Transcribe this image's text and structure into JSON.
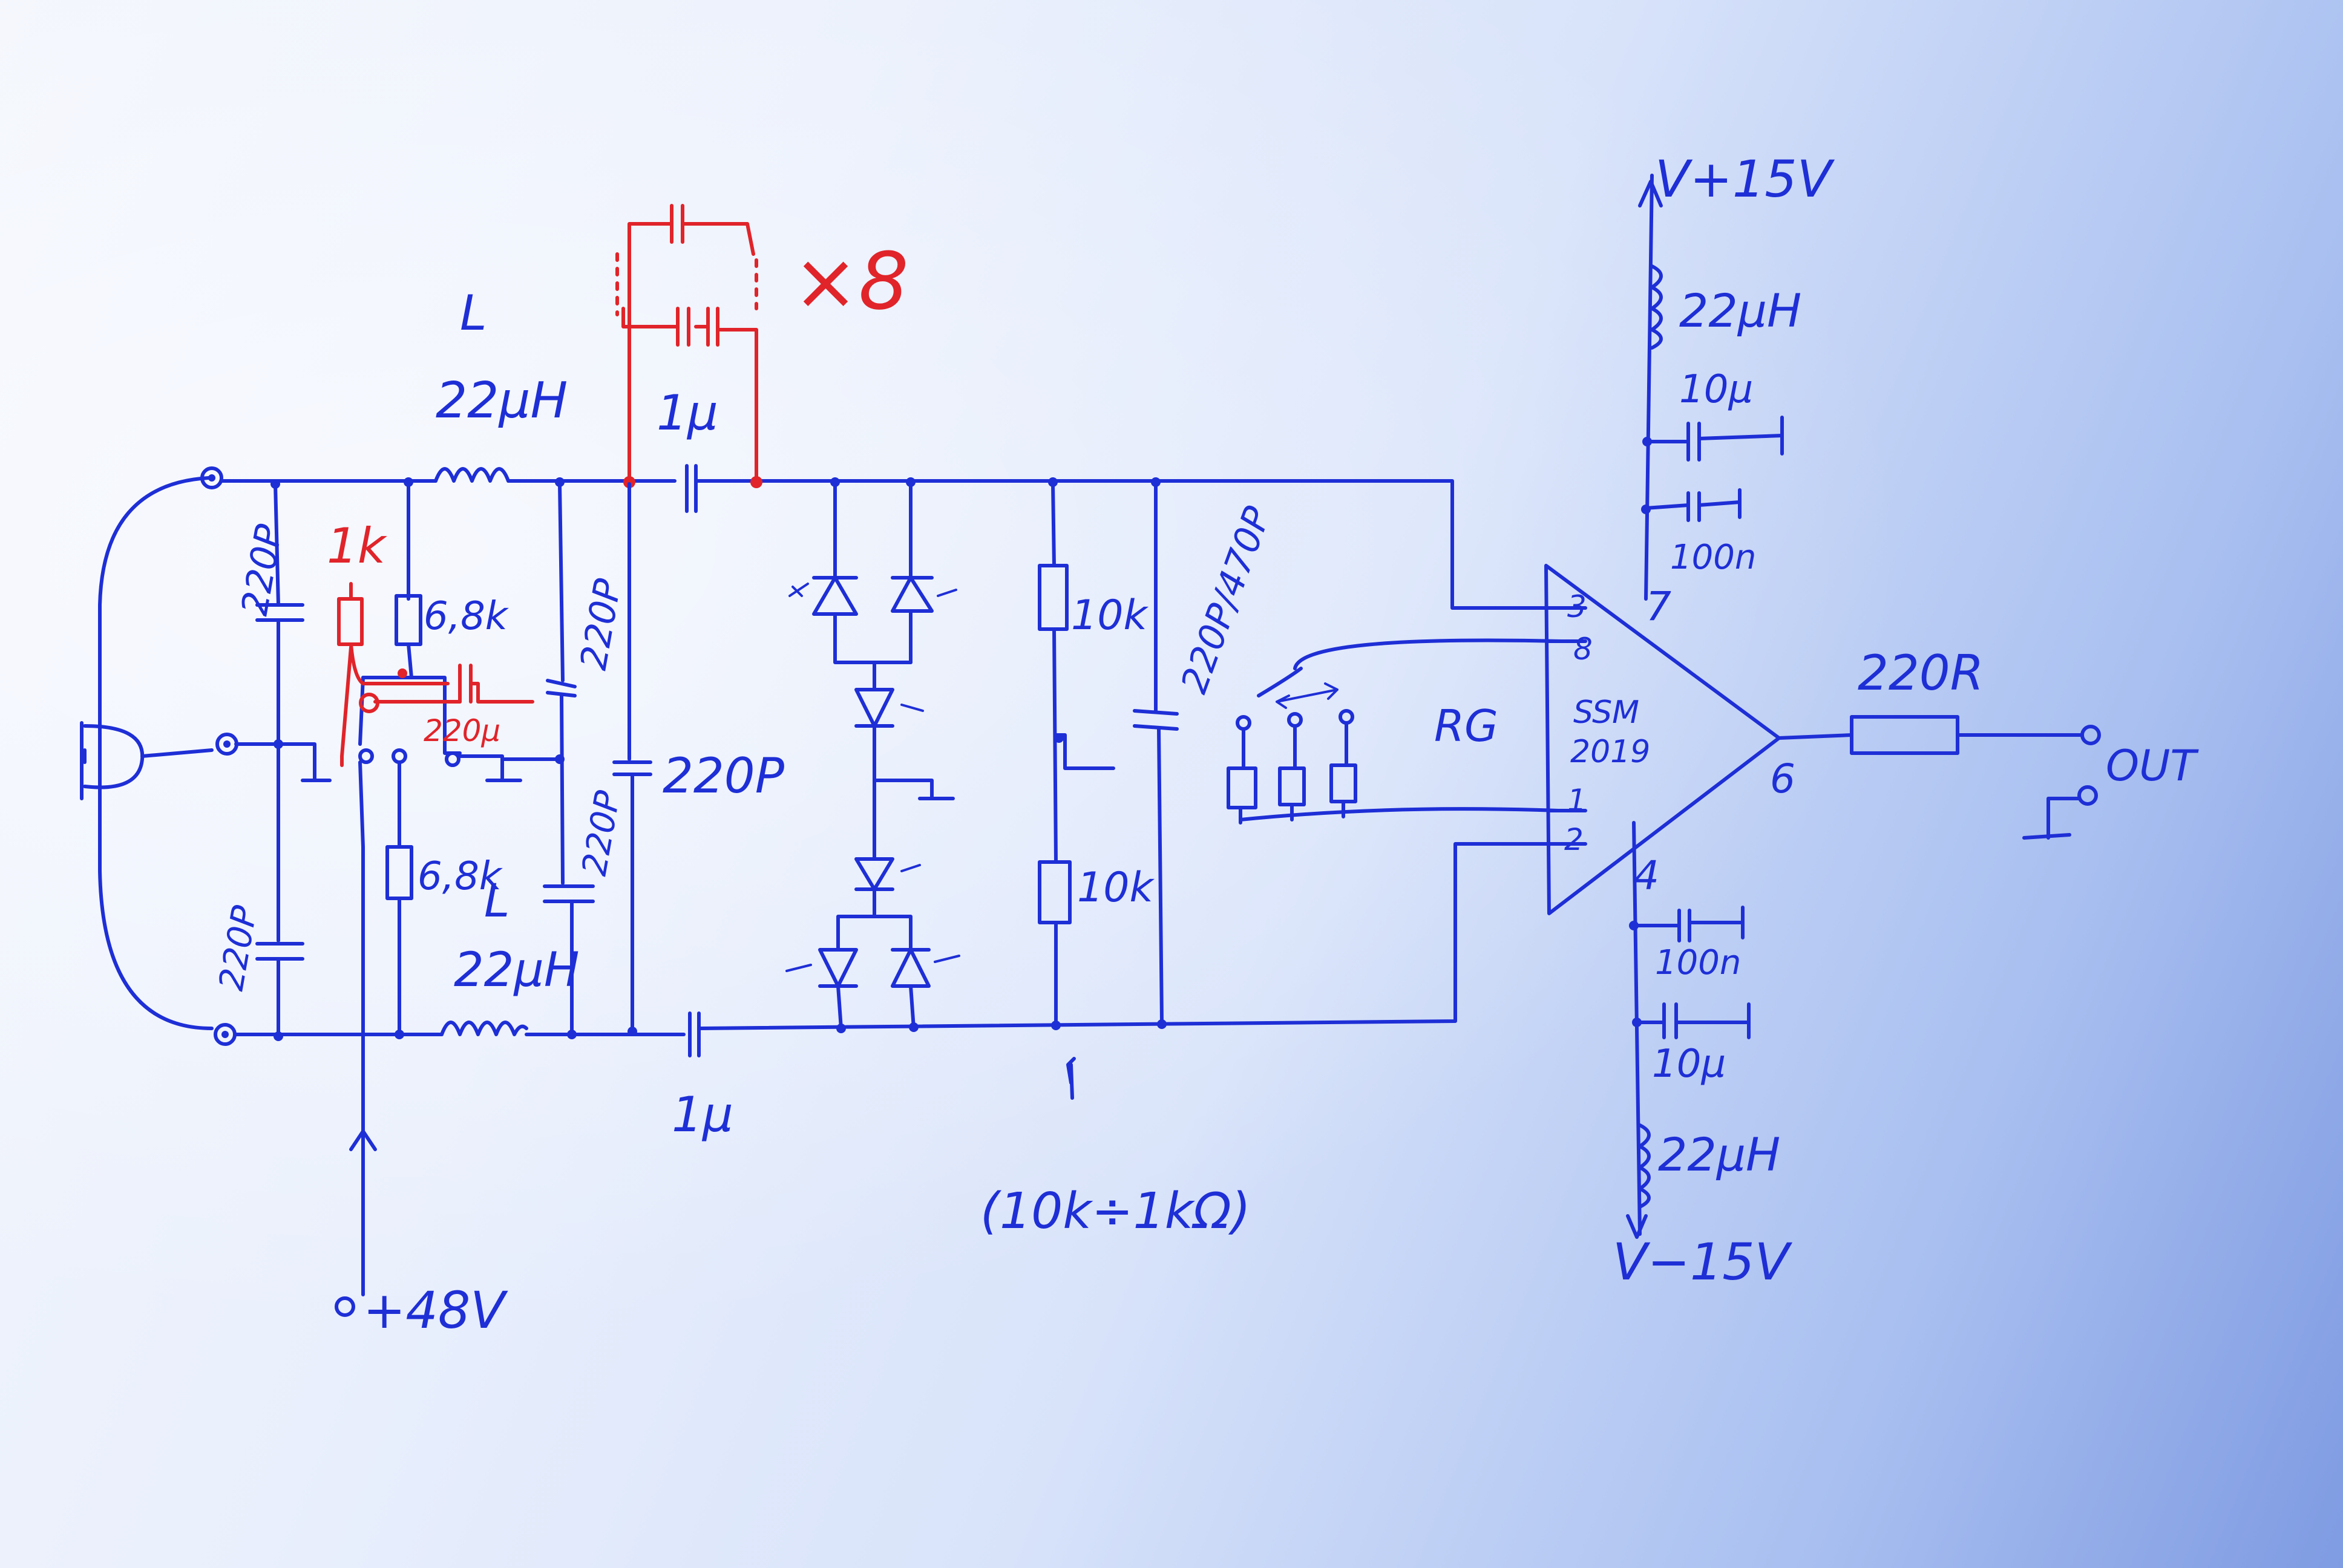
{
  "labels": {
    "inductor_group_letter": "L",
    "top_inductor_value": "22μH",
    "bottom_inductor_letter": "L",
    "bottom_inductor_value": "22μH",
    "cap_top_left": "220P",
    "cap_bottom_left": "220P",
    "resistor_top": "6,8k",
    "resistor_bottom": "6,8k",
    "red_resistor": "1k",
    "red_cap": "220μ",
    "cap_mid_a": "220P",
    "cap_mid_b": "220P",
    "cap_mid_c": "220P",
    "coupling_cap_top": "1μ",
    "coupling_cap_bottom": "1μ",
    "parallel_caps_multiplier": "×8",
    "divider_top": "10k",
    "divider_bottom": "10k",
    "divider_note": "(10k÷1kΩ)",
    "input_cap": "220P/470P",
    "gain_resistor": "RG",
    "ic_name": "SSM",
    "ic_number": "2019",
    "pin_3": "3",
    "pin_8": "8",
    "pin_1": "1",
    "pin_2": "2",
    "pin_7": "7",
    "pin_4": "4",
    "pin_6": "6",
    "supply_pos": "V+15V",
    "supply_neg": "V−15V",
    "phantom": "+48V",
    "pos_choke": "22μH",
    "pos_cap_big": "10μ",
    "pos_cap_small": "100n",
    "neg_cap_small": "100n",
    "neg_cap_big": "10μ",
    "neg_choke": "22μH",
    "out_resistor": "220R",
    "out_label": "OUT"
  },
  "colors": {
    "ink_blue": "#1e2fd6",
    "ink_red": "#e0242a"
  }
}
